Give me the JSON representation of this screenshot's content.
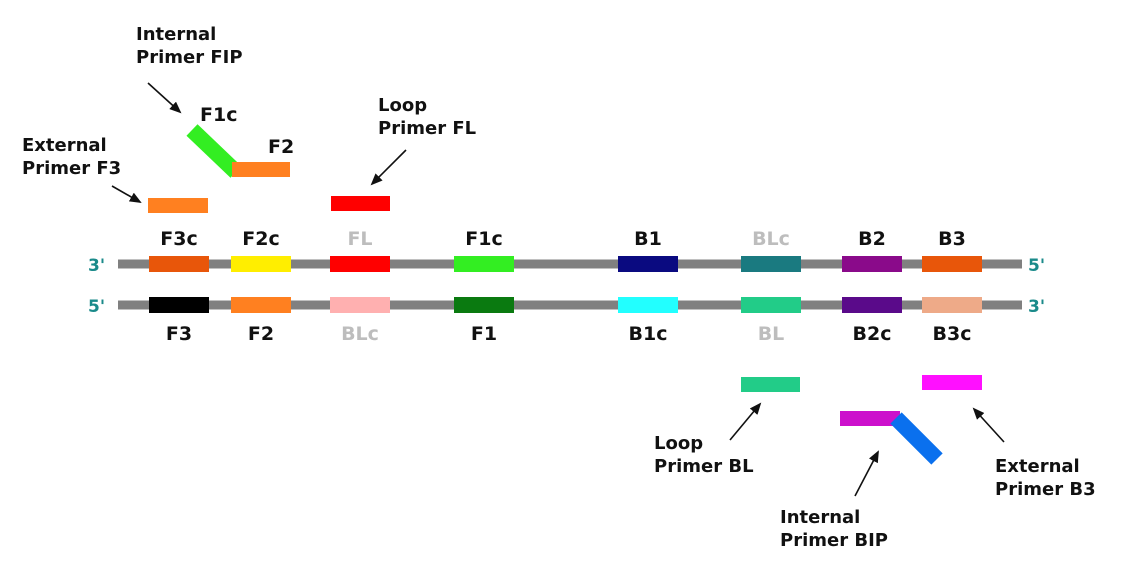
{
  "colors": {
    "strand": "#808080",
    "arrow": "#111111"
  },
  "strands": {
    "top": {
      "left_end": "3'",
      "right_end": "5'",
      "segments": [
        {
          "label": "F3c",
          "color": "#e8560a",
          "gray": false
        },
        {
          "label": "F2c",
          "color": "#ffee00",
          "gray": false
        },
        {
          "label": "FL",
          "color": "#ff0000",
          "gray": true
        },
        {
          "label": "F1c",
          "color": "#33ee22",
          "gray": false
        },
        {
          "label": "B1",
          "color": "#0a0a80",
          "gray": false
        },
        {
          "label": "BLc",
          "color": "#1a7a80",
          "gray": true
        },
        {
          "label": "B2",
          "color": "#8a0a8a",
          "gray": false
        },
        {
          "label": "B3",
          "color": "#e8560a",
          "gray": false
        }
      ]
    },
    "bottom": {
      "left_end": "5'",
      "right_end": "3'",
      "segments": [
        {
          "label": "F3",
          "color": "#000000",
          "gray": false
        },
        {
          "label": "F2",
          "color": "#ff8020",
          "gray": false
        },
        {
          "label": "BLc",
          "color": "#ffb0b0",
          "gray": true
        },
        {
          "label": "F1",
          "color": "#0a7a10",
          "gray": false
        },
        {
          "label": "B1c",
          "color": "#22ffff",
          "gray": false
        },
        {
          "label": "BL",
          "color": "#22cc88",
          "gray": true
        },
        {
          "label": "B2c",
          "color": "#5a0a8a",
          "gray": false
        },
        {
          "label": "B3c",
          "color": "#eeaa88",
          "gray": false
        }
      ]
    }
  },
  "primers": {
    "fip": {
      "caption_line1": "Internal",
      "caption_line2": "Primer FIP",
      "f1c_label": "F1c",
      "f2_label": "F2",
      "f1c_color": "#33ee22",
      "f2_color": "#ff8020"
    },
    "f3": {
      "caption_line1": "External",
      "caption_line2": "Primer F3",
      "color": "#ff8020"
    },
    "fl": {
      "caption_line1": "Loop",
      "caption_line2": "Primer FL",
      "color": "#ff0000"
    },
    "bl": {
      "caption_line1": "Loop",
      "caption_line2": "Primer BL",
      "color": "#22cc88"
    },
    "bip": {
      "caption_line1": "Internal",
      "caption_line2": "Primer BIP",
      "b2_color": "#cc10cc",
      "b1c_color": "#0a70ee"
    },
    "b3": {
      "caption_line1": "External",
      "caption_line2": "Primer B3",
      "color": "#ff10ff"
    }
  }
}
